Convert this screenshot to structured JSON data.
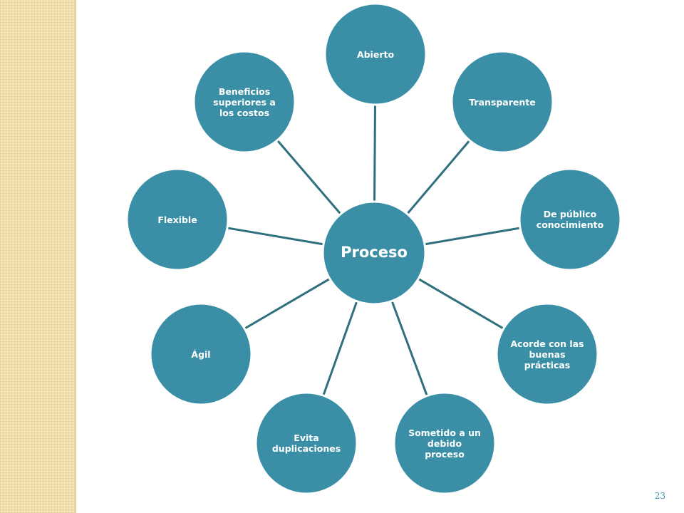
{
  "colors": {
    "node_fill": "#3a8fa6",
    "node_stroke": "#ffffff",
    "connector": "#2f6f7e",
    "side_band": "#f4e6b8"
  },
  "diagram": {
    "center": "Proceso",
    "nodes": [
      "Abierto",
      "Transparente",
      "De público conocimiento",
      "Acorde con las buenas prácticas",
      "Sometido a un debido proceso",
      "Evita duplicaciones",
      "Ágil",
      "Flexible",
      "Beneficios superiores a los costos"
    ]
  },
  "page_number": "23"
}
